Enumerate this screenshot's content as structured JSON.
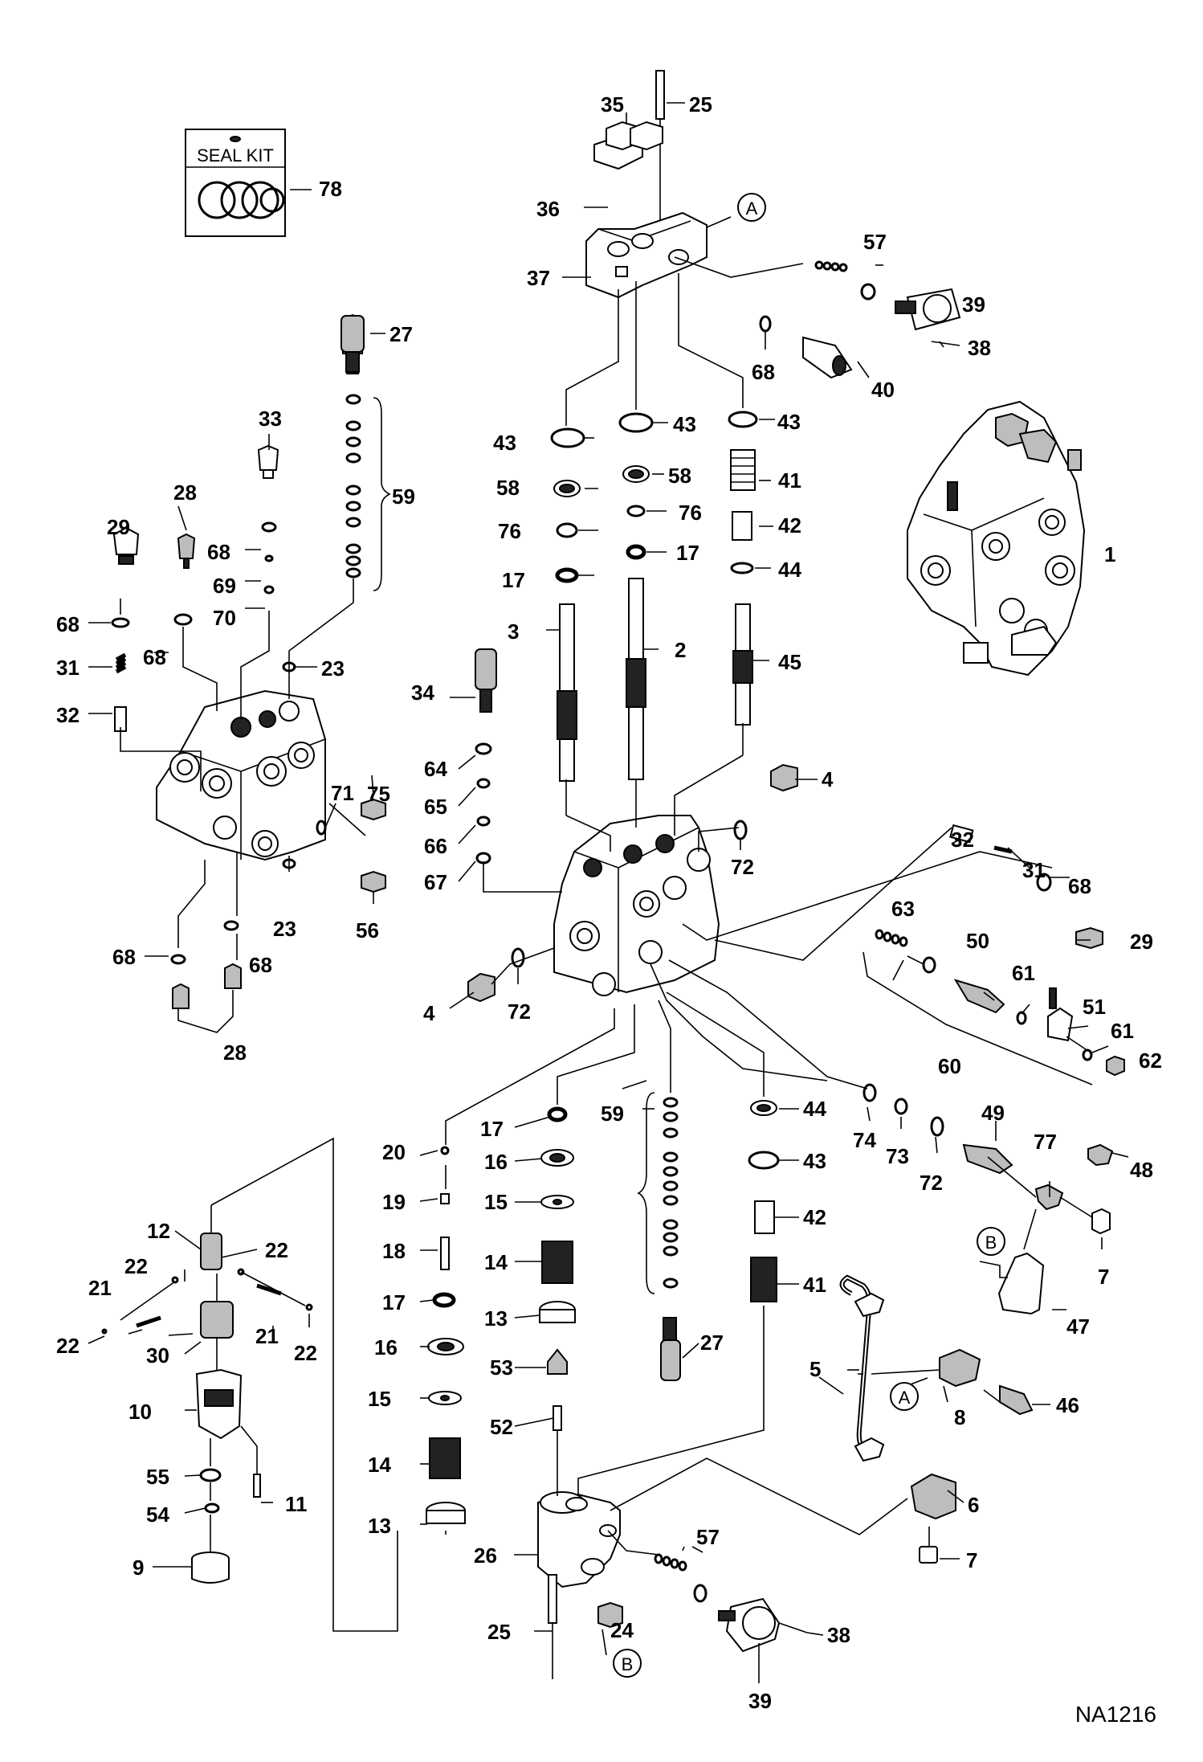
{
  "diagram_code": "NA1216",
  "seal_kit": {
    "title": "SEAL KIT",
    "ref": "78"
  },
  "callouts": {
    "A": "A",
    "B": "B"
  },
  "labels": {
    "l1": "1",
    "l2": "2",
    "l3": "3",
    "l4a": "4",
    "l4b": "4",
    "l5": "5",
    "l6": "6",
    "l7a": "7",
    "l7b": "7",
    "l8": "8",
    "l9": "9",
    "l10": "10",
    "l11": "11",
    "l12": "12",
    "l13a": "13",
    "l13b": "13",
    "l14a": "14",
    "l14b": "14",
    "l15a": "15",
    "l15b": "15",
    "l16a": "16",
    "l16b": "16",
    "l17a": "17",
    "l17b": "17",
    "l17c": "17",
    "l17d": "17",
    "l18": "18",
    "l19": "19",
    "l20": "20",
    "l21a": "21",
    "l21b": "21",
    "l22a": "22",
    "l22b": "22",
    "l22c": "22",
    "l22d": "22",
    "l23a": "23",
    "l23b": "23",
    "l24": "24",
    "l25a": "25",
    "l25b": "25",
    "l26": "26",
    "l27a": "27",
    "l27b": "27",
    "l28a": "28",
    "l28b": "28",
    "l29a": "29",
    "l29b": "29",
    "l30": "30",
    "l31a": "31",
    "l31b": "31",
    "l32a": "32",
    "l32b": "32",
    "l33": "33",
    "l34": "34",
    "l35": "35",
    "l36": "36",
    "l37": "37",
    "l38a": "38",
    "l38b": "38",
    "l39a": "39",
    "l39b": "39",
    "l40": "40",
    "l41a": "41",
    "l41b": "41",
    "l42a": "42",
    "l42b": "42",
    "l43a": "43",
    "l43b": "43",
    "l43c": "43",
    "l43d": "43",
    "l44a": "44",
    "l44b": "44",
    "l45": "45",
    "l46": "46",
    "l47": "47",
    "l48": "48",
    "l49": "49",
    "l50": "50",
    "l51": "51",
    "l52": "52",
    "l53": "53",
    "l54": "54",
    "l55": "55",
    "l56": "56",
    "l57a": "57",
    "l57b": "57",
    "l58a": "58",
    "l58b": "58",
    "l59a": "59",
    "l59b": "59",
    "l60": "60",
    "l61a": "61",
    "l61b": "61",
    "l62": "62",
    "l63": "63",
    "l64": "64",
    "l65": "65",
    "l66": "66",
    "l67": "67",
    "l68a": "68",
    "l68b": "68",
    "l68c": "68",
    "l68d": "68",
    "l68e": "68",
    "l68f": "68",
    "l68g": "68",
    "l69": "69",
    "l70": "70",
    "l71": "71",
    "l72a": "72",
    "l72b": "72",
    "l72c": "72",
    "l73": "73",
    "l74": "74",
    "l75": "75",
    "l76a": "76",
    "l76b": "76",
    "l77": "77"
  }
}
